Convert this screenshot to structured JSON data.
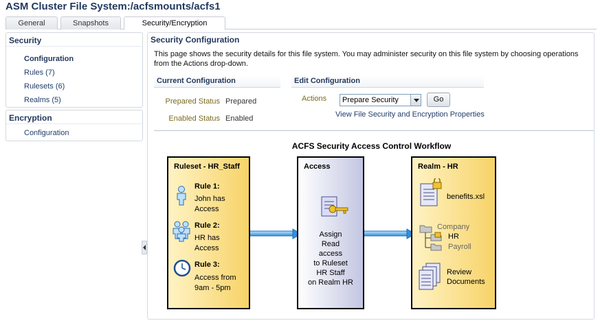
{
  "page_title": "ASM Cluster File System:/acfsmounts/acfs1",
  "tabs": [
    {
      "label": "General"
    },
    {
      "label": "Snapshots"
    },
    {
      "label": "Security/Encryption"
    }
  ],
  "nav": {
    "security": {
      "heading": "Security",
      "items": [
        {
          "label": "Configuration"
        },
        {
          "label": "Rules (7)"
        },
        {
          "label": "Rulesets (6)"
        },
        {
          "label": "Realms (5)"
        }
      ]
    },
    "encryption": {
      "heading": "Encryption",
      "items": [
        {
          "label": "Configuration"
        }
      ]
    }
  },
  "main": {
    "title": "Security Configuration",
    "description": "This page shows the security details for this file system. You may administer security on this file system by choosing operations from the Actions drop-down.",
    "current": {
      "heading": "Current Configuration",
      "prepared_label": "Prepared Status",
      "prepared_value": "Prepared",
      "enabled_label": "Enabled Status",
      "enabled_value": "Enabled"
    },
    "edit": {
      "heading": "Edit Configuration",
      "actions_label": "Actions",
      "actions_selected": "Prepare Security",
      "go_label": "Go",
      "view_link": "View File Security and Encryption Properties"
    }
  },
  "diagram": {
    "title": "ACFS Security Access Control Workflow",
    "ruleset": {
      "title": "Ruleset - HR_Staff",
      "rules": [
        {
          "title": "Rule 1:",
          "line1": "John has",
          "line2": "Access"
        },
        {
          "title": "Rule 2:",
          "line1": "HR has",
          "line2": "Access"
        },
        {
          "title": "Rule 3:",
          "line1": "Access from",
          "line2": "9am - 5pm"
        }
      ]
    },
    "access": {
      "title": "Access",
      "lines": [
        "Assign",
        "Read",
        "access",
        "to Ruleset",
        "HR Staff",
        "on Realm HR"
      ]
    },
    "realm": {
      "title": "Realm - HR",
      "file": "benefits.xsl",
      "folder_company": "Company",
      "folder_hr": "HR",
      "folder_payroll": "Payroll",
      "docs_line1": "Review",
      "docs_line2": "Documents"
    }
  },
  "colors": {
    "heading_blue": "#23395e",
    "label_gold": "#7b6a1c",
    "yellow_panel": "#f7d368",
    "lavender_panel": "#c3c6e2",
    "arrow_blue": "#3d9be0"
  }
}
